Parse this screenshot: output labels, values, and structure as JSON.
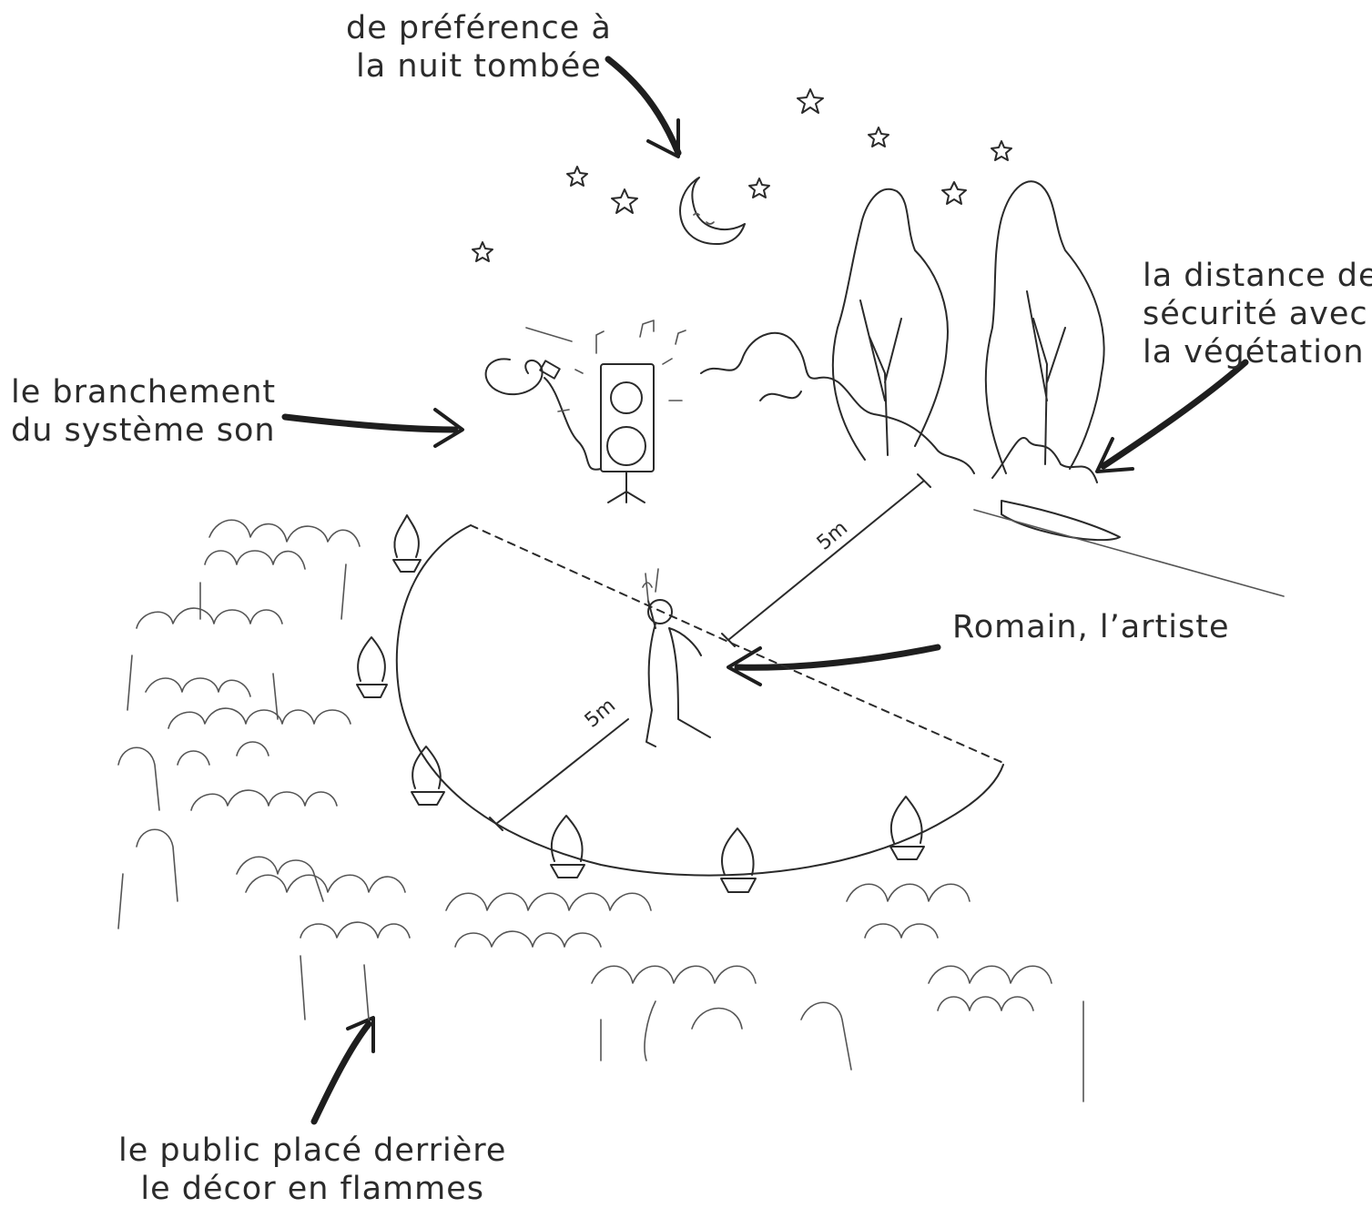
{
  "labels": {
    "night": [
      "de préférence à",
      "la nuit tombée"
    ],
    "sound": [
      "le branchement",
      "du système son"
    ],
    "vegetation": [
      "la distance de",
      "sécurité avec",
      "la végétation"
    ],
    "artist": "Romain, l’artiste",
    "public": [
      "le public placé derrière",
      "le décor en flammes"
    ]
  },
  "dimensions": {
    "to_vegetation": "5m",
    "to_edge": "5m"
  }
}
